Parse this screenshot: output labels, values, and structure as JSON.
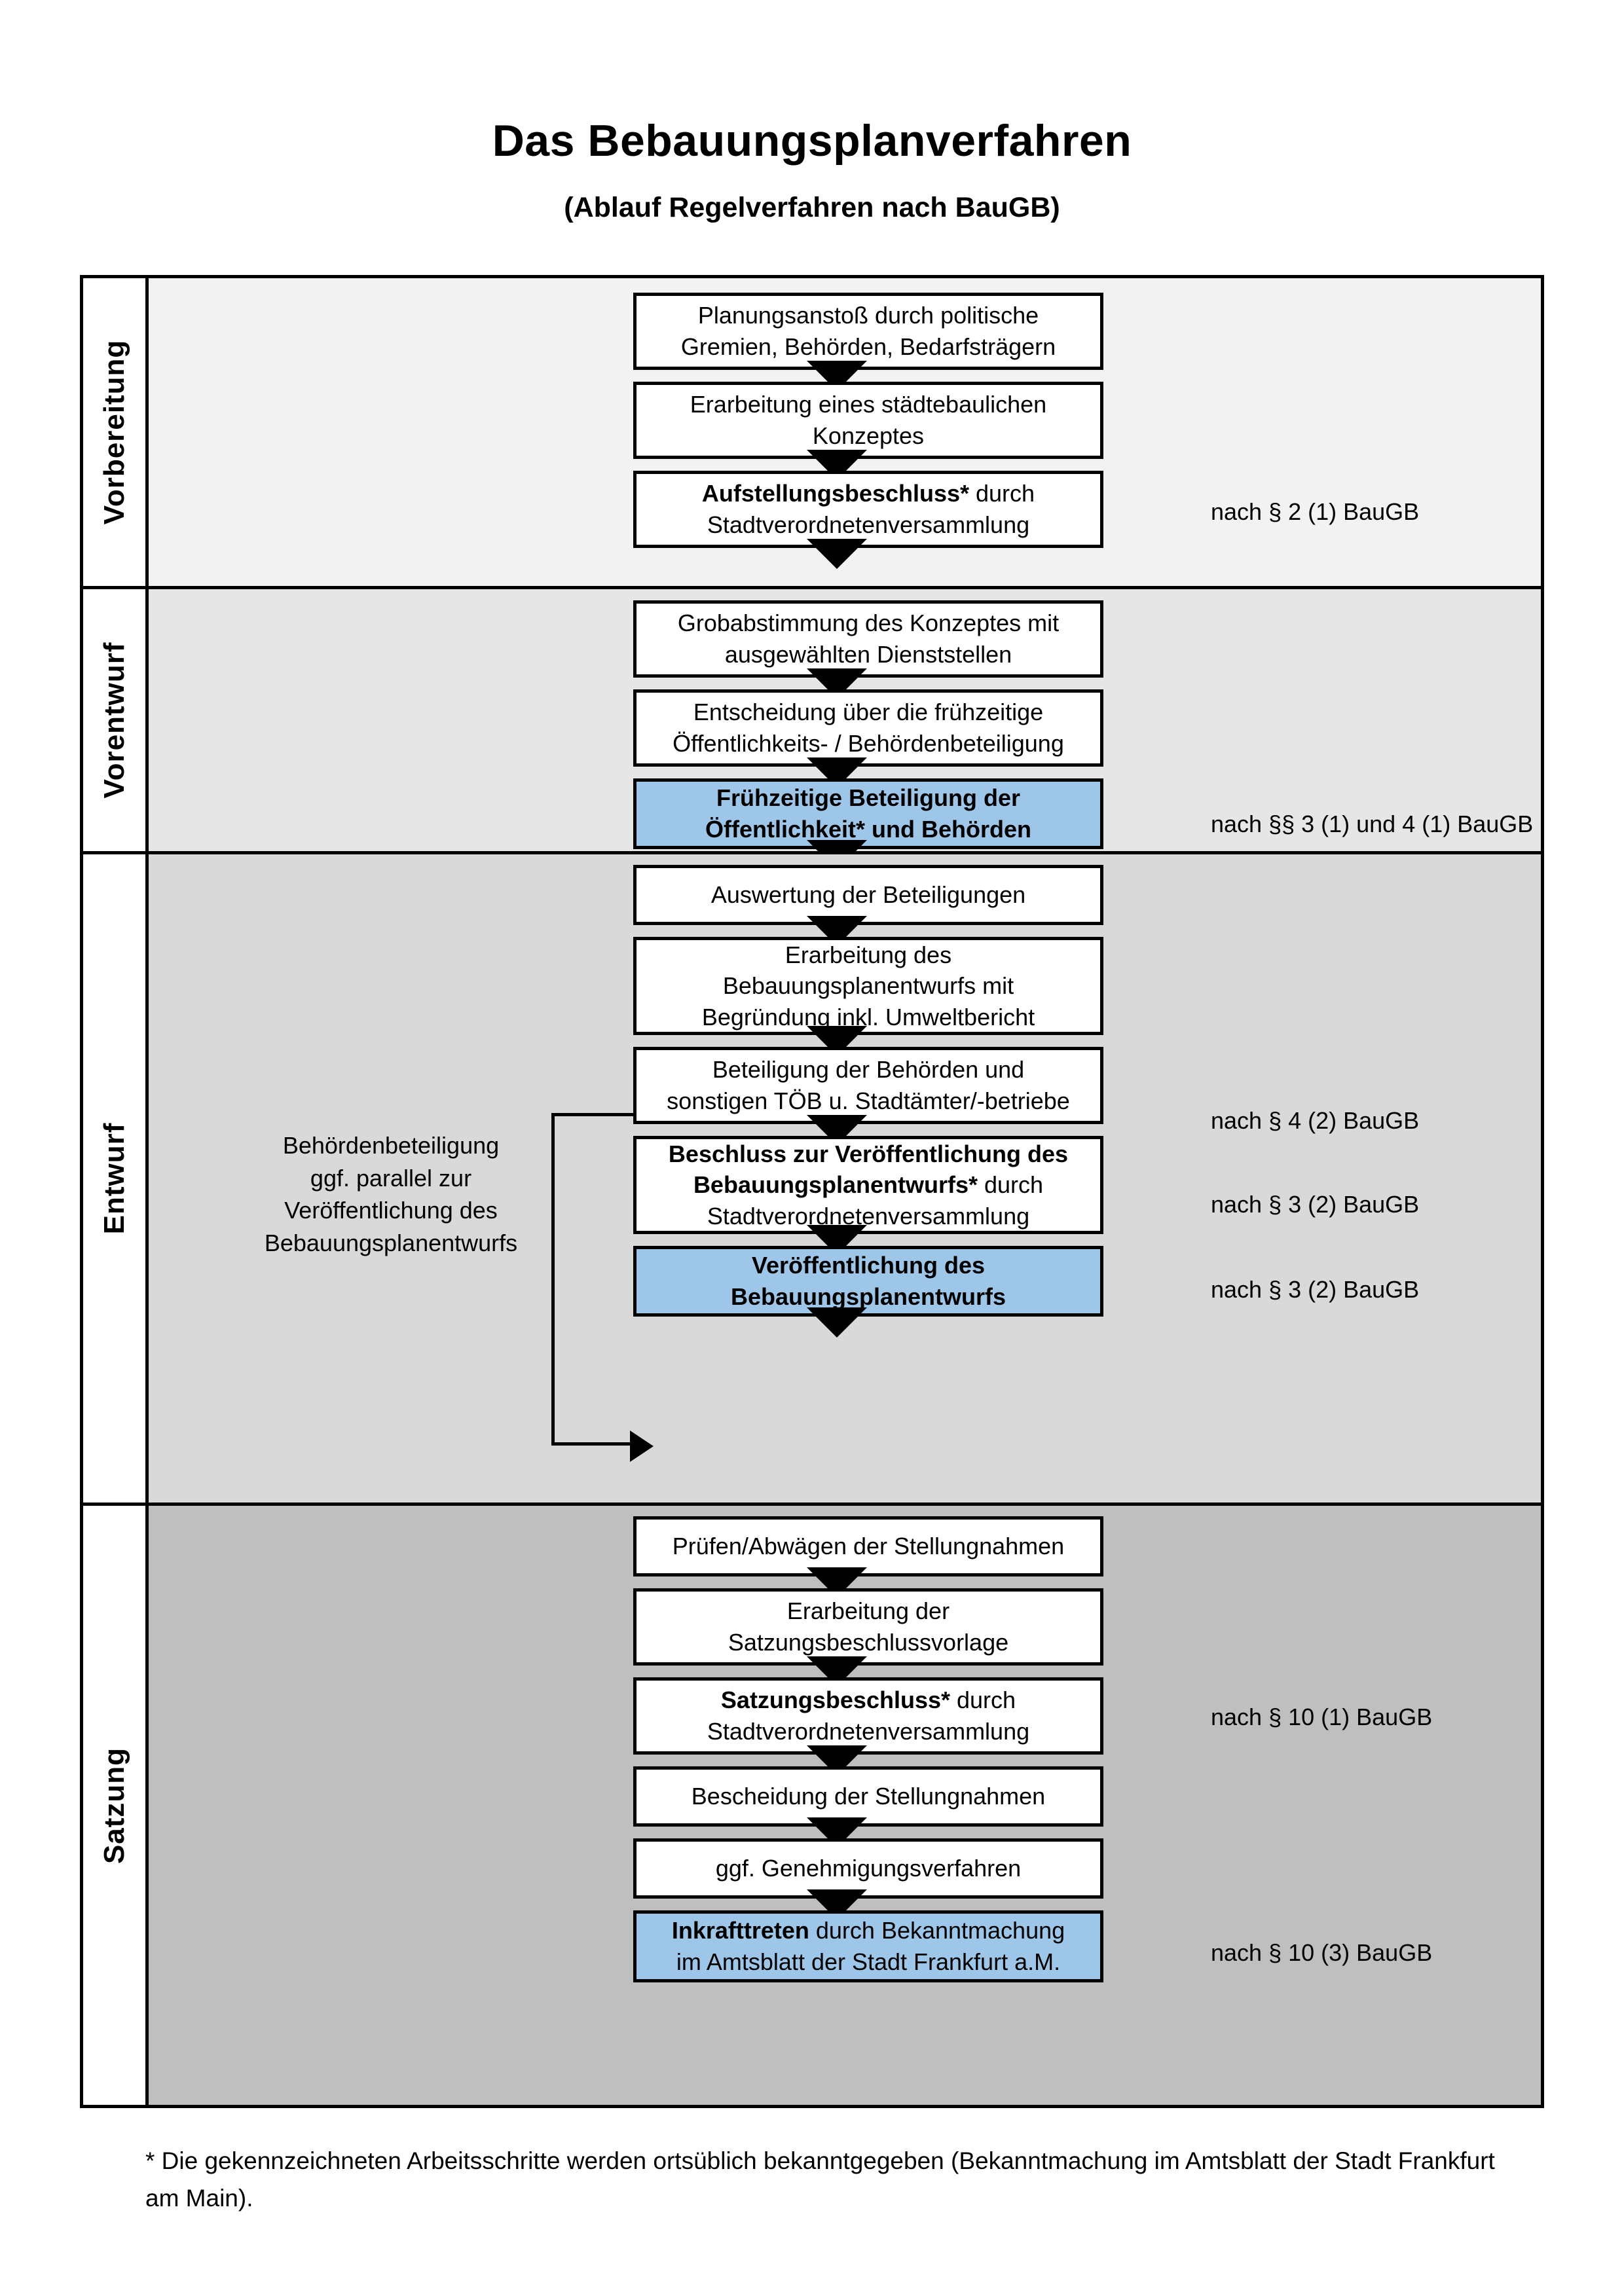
{
  "header": {
    "title": "Das Bebauungsplanverfahren",
    "subtitle": "(Ablauf Regelverfahren nach BauGB)"
  },
  "colors": {
    "highlight_blue": "#9ec6e8",
    "phase_bg_1": "#f2f2f2",
    "phase_bg_2": "#e6e6e6",
    "phase_bg_3": "#d9d9d9",
    "phase_bg_4": "#bfbfbf",
    "border": "#000000"
  },
  "chart_data": {
    "type": "diagram",
    "title": "Das Bebauungsplanverfahren",
    "subtitle": "(Ablauf Regelverfahren nach BauGB)",
    "orientation": "top-to-bottom flowchart with 4 swimlane phases",
    "phases": [
      {
        "label": "Vorbereitung",
        "background": "#f2f2f2",
        "steps": [
          {
            "id": "s1",
            "text": "Planungsanstoß durch politische Gremien, Behörden, Bedarfsträgern",
            "bold": false,
            "highlight": false
          },
          {
            "id": "s2",
            "text": "Erarbeitung eines städtebaulichen Konzeptes",
            "bold": false,
            "highlight": false
          },
          {
            "id": "s3",
            "text": "Aufstellungsbeschluss* durch Stadtverordnetenversammlung",
            "bold_part": "Aufstellungsbeschluss*",
            "rest": " durch Stadtverordnetenversammlung",
            "highlight": false,
            "legal": "nach § 2 (1) BauGB"
          }
        ]
      },
      {
        "label": "Vorentwurf",
        "background": "#e6e6e6",
        "steps": [
          {
            "id": "s4",
            "text": "Grobabstimmung des Konzeptes mit ausgewählten Dienststellen",
            "bold": false,
            "highlight": false
          },
          {
            "id": "s5",
            "text": "Entscheidung über die frühzeitige Öffentlichkeits- / Behördenbeteiligung",
            "bold": false,
            "highlight": false
          },
          {
            "id": "s6",
            "text": "Frühzeitige Beteiligung der Öffentlichkeit* und Behörden",
            "bold": true,
            "highlight": true,
            "legal": "nach §§ 3 (1) und 4 (1) BauGB"
          }
        ]
      },
      {
        "label": "Entwurf",
        "background": "#d9d9d9",
        "sidenote": "Behördenbeteiligung ggf. parallel zur Veröffentlichung des Bebauungsplanentwurfs",
        "steps": [
          {
            "id": "s7",
            "text": "Auswertung der Beteiligungen",
            "bold": false,
            "highlight": false
          },
          {
            "id": "s8",
            "text": "Erarbeitung des Bebauungsplanentwurfs mit Begründung inkl. Umweltbericht",
            "bold": false,
            "highlight": false
          },
          {
            "id": "s9",
            "text": "Beteiligung der Behörden und sonstigen TÖB u. Stadtämter/-betriebe",
            "bold": false,
            "highlight": false,
            "legal": "nach § 4 (2) BauGB"
          },
          {
            "id": "s10",
            "bold_part": "Beschluss zur Veröffentlichung des Bebauungsplanentwurfs*",
            "rest": " durch Stadtverordnetenversammlung",
            "highlight": false,
            "legal": "nach § 3 (2) BauGB"
          },
          {
            "id": "s11",
            "text": "Veröffentlichung des Bebauungsplanentwurfs",
            "bold": true,
            "highlight": true,
            "legal": "nach § 3 (2) BauGB"
          }
        ]
      },
      {
        "label": "Satzung",
        "background": "#bfbfbf",
        "steps": [
          {
            "id": "s12",
            "text": "Prüfen/Abwägen der Stellungnahmen",
            "bold": false,
            "highlight": false
          },
          {
            "id": "s13",
            "text": "Erarbeitung der Satzungsbeschlussvorlage",
            "bold": false,
            "highlight": false
          },
          {
            "id": "s14",
            "bold_part": "Satzungsbeschluss*",
            "rest": " durch Stadtverordnetenversammlung",
            "highlight": false,
            "legal": "nach § 10 (1) BauGB"
          },
          {
            "id": "s15",
            "text": "Bescheidung der Stellungnahmen",
            "bold": false,
            "highlight": false
          },
          {
            "id": "s16",
            "text": "ggf. Genehmigungsverfahren",
            "bold": false,
            "highlight": false
          },
          {
            "id": "s17",
            "bold_part": "Inkrafttreten",
            "rest": " durch Bekanntmachung im Amtsblatt der Stadt Frankfurt a.M.",
            "highlight": true,
            "legal": "nach § 10 (3) BauGB"
          }
        ]
      }
    ],
    "connectors": [
      {
        "from": "s9",
        "to": "s11",
        "style": "bracket-left-loop",
        "note": "Behördenbeteiligung kann parallel zur Veröffentlichung erfolgen"
      }
    ]
  },
  "phase1": {
    "label": "Vorbereitung",
    "box1_line1": "Planungsanstoß durch politische",
    "box1_line2": "Gremien, Behörden, Bedarfsträgern",
    "box2_line1": "Erarbeitung eines städtebaulichen",
    "box2_line2": "Konzeptes",
    "box3_bold": "Aufstellungsbeschluss*",
    "box3_rest": " durch",
    "box3_line2": "Stadtverordnetenversammlung",
    "legal1": "nach § 2 (1) BauGB"
  },
  "phase2": {
    "label": "Vorentwurf",
    "box1_line1": "Grobabstimmung des Konzeptes mit",
    "box1_line2": "ausgewählten Dienststellen",
    "box2_line1": "Entscheidung über die frühzeitige",
    "box2_line2": "Öffentlichkeits- / Behördenbeteiligung",
    "box3_line1": "Frühzeitige Beteiligung der",
    "box3_line2": "Öffentlichkeit* und Behörden",
    "legal1": "nach §§ 3 (1) und 4 (1) BauGB"
  },
  "phase3": {
    "label": "Entwurf",
    "sidenote_l1": "Behördenbeteiligung",
    "sidenote_l2": "ggf. parallel zur",
    "sidenote_l3": "Veröffentlichung des",
    "sidenote_l4": "Bebauungsplanentwurfs",
    "box1": "Auswertung der Beteiligungen",
    "box2_line1": "Erarbeitung des",
    "box2_line2": "Bebauungsplanentwurfs mit",
    "box2_line3": "Begründung inkl. Umweltbericht",
    "box3_line1": "Beteiligung der Behörden und",
    "box3_line2": "sonstigen TÖB u. Stadtämter/-betriebe",
    "box4_bold_l1": "Beschluss zur Veröffentlichung des",
    "box4_bold_l2": "Bebauungsplanentwurfs*",
    "box4_rest": " durch",
    "box4_line3": "Stadtverordnetenversammlung",
    "box5_line1": "Veröffentlichung des",
    "box5_line2": "Bebauungsplanentwurfs",
    "legal1": "nach § 4 (2) BauGB",
    "legal2": "nach § 3 (2) BauGB",
    "legal3": "nach § 3 (2) BauGB"
  },
  "phase4": {
    "label": "Satzung",
    "box1": "Prüfen/Abwägen der Stellungnahmen",
    "box2_line1": "Erarbeitung der",
    "box2_line2": "Satzungsbeschlussvorlage",
    "box3_bold": "Satzungsbeschluss*",
    "box3_rest": " durch",
    "box3_line2": "Stadtverordnetenversammlung",
    "box4": "Bescheidung der Stellungnahmen",
    "box5": "ggf. Genehmigungsverfahren",
    "box6_bold": "Inkrafttreten",
    "box6_rest": " durch Bekanntmachung",
    "box6_line2": "im Amtsblatt der Stadt Frankfurt a.M.",
    "legal1": "nach § 10 (1) BauGB",
    "legal2": "nach § 10 (3) BauGB"
  },
  "footnote": {
    "text": "* Die gekennzeichneten Arbeitsschritte werden ortsüblich bekanntgegeben (Bekanntmachung im Amtsblatt  der Stadt Frankfurt am Main)."
  }
}
